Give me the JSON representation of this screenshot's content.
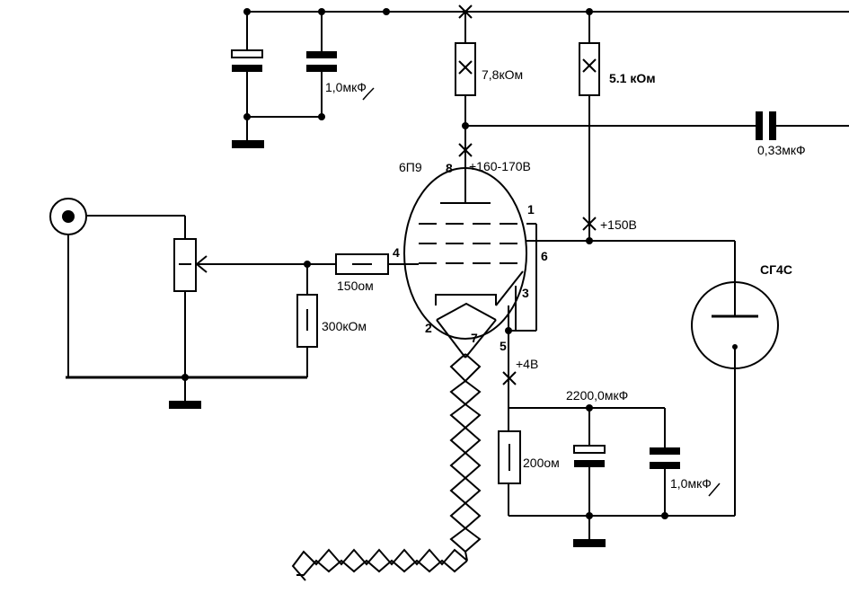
{
  "tube": {
    "type": "6П9",
    "pins": {
      "p8": "8",
      "p1": "1",
      "p4": "4",
      "p6": "6",
      "p3": "3",
      "p2": "2",
      "p7": "7",
      "p5": "5"
    }
  },
  "regulator": {
    "type": "СГ4С"
  },
  "labels": {
    "anode_resistor": "7,8кОм",
    "screen_resistor": "5.1 кОм",
    "supply_cap": "1,0мкФ",
    "output_cap": "0,33мкФ",
    "anode_voltage": "+160-170В",
    "screen_voltage": "+150В",
    "grid_resistor": "150ом",
    "input_resistor": "300кОм",
    "cathode_voltage": "+4В",
    "cathode_electrolytic": "2200,0мкФ",
    "cathode_resistor": "200ом",
    "cathode_cap": "1,0мкФ"
  },
  "colors": {
    "ink": "#000000",
    "background": "#ffffff"
  }
}
